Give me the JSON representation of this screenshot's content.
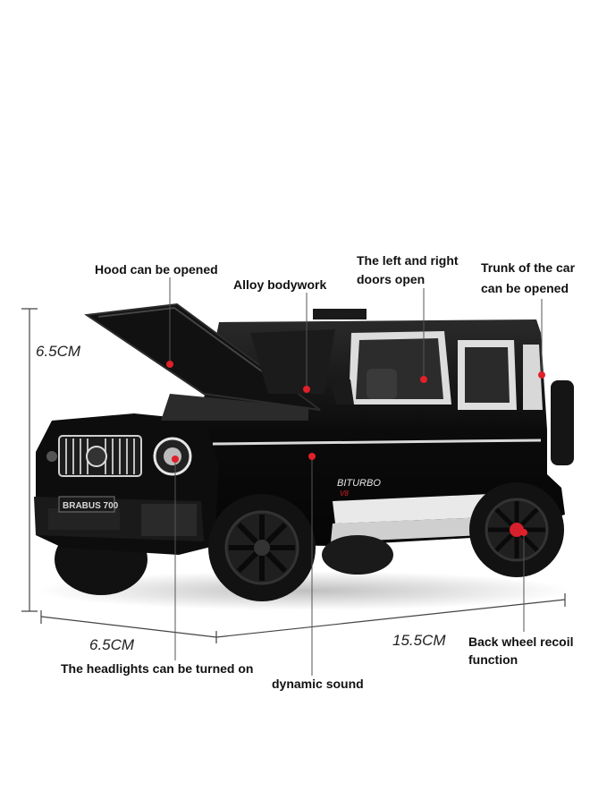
{
  "callouts": {
    "hood": "Hood can be opened",
    "alloy": "Alloy bodywork",
    "doors_line1": "The left and right",
    "doors_line2": "doors open",
    "trunk_line1": "Trunk of the car",
    "trunk_line2": "can be opened",
    "headlights": "The headlights can be turned on",
    "sound": "dynamic sound",
    "recoil_line1": "Back wheel recoil",
    "recoil_line2": "function"
  },
  "dimensions": {
    "height": "6.5CM",
    "width": "6.5CM",
    "length": "15.5CM"
  },
  "car": {
    "grille_badge": "BRABUS 700",
    "side_badge": "BITURBO",
    "side_badge_sub": "V8",
    "body_color": "#0b0b0b",
    "accent_color": "#d6202b",
    "marker_color": "#e0202a"
  }
}
